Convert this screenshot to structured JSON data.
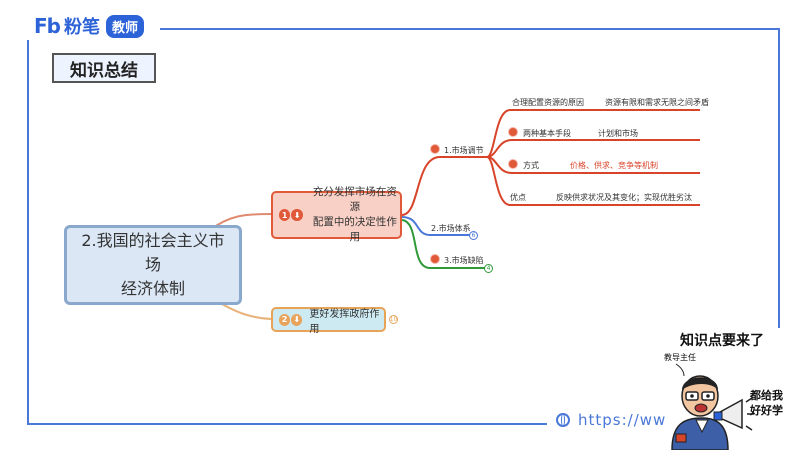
{
  "brand": {
    "mark": "Fb",
    "name": "粉笔",
    "badge": "教师"
  },
  "section_title": "知识总结",
  "central": {
    "line1": "2.我国的社会主义市场",
    "line2": "经济体制"
  },
  "branch1": {
    "num": "1",
    "line1": "充分发挥市场在资源",
    "line2": "配置中的决定性作用"
  },
  "branch2": {
    "num": "2",
    "label": "更好发挥政府作用"
  },
  "sub": {
    "market_regulation": "1.市场调节",
    "market_system": "2.市场体系",
    "market_defects": "3.市场缺陷",
    "counts": {
      "system": "6",
      "defects": "4",
      "branch2": "10"
    }
  },
  "details": [
    {
      "label": "合理配置资源的原因",
      "value": "资源有限和需求无限之间矛盾"
    },
    {
      "label": "两种基本手段",
      "value": "计划和市场"
    },
    {
      "label": "方式",
      "value": "价格、供求、竞争等机制"
    },
    {
      "label": "优点",
      "value": "反映供求状况及其变化；实现优胜劣汰"
    }
  ],
  "url": "https://ww",
  "cartoon": {
    "title": "知识点要来了",
    "role": "教导主任",
    "bubble_line1": "都给我",
    "bubble_line2": "好好学"
  },
  "colors": {
    "frame": "#4a78d8",
    "accent_red": "#e05a3a",
    "branch_green": "#2f9a3a",
    "branch_blue": "#4a78d8"
  }
}
